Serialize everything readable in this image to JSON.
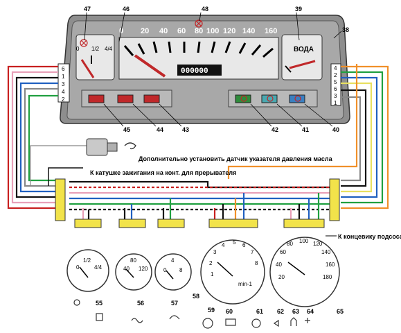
{
  "panel": {
    "callouts": [
      "47",
      "46",
      "48",
      "39",
      "38",
      "45",
      "44",
      "43",
      "42",
      "41",
      "40"
    ],
    "speed_scale": [
      "0",
      "20",
      "40",
      "60",
      "80",
      "100",
      "120",
      "140",
      "160"
    ],
    "odometer": "000000",
    "fuel_scale": [
      "0",
      "1/2",
      "4/4"
    ],
    "water_label": "ВОДА",
    "left_connector": [
      "6",
      "1",
      "3",
      "4",
      "2"
    ],
    "right_connector": [
      "4",
      "2",
      "5",
      "6",
      "3",
      "1"
    ]
  },
  "notes": {
    "oil_sensor": "Дополнительно установить датчик указателя давления масла",
    "ignition": "К катушке зажигания на конт. для прерывателя",
    "trunk_switch": "К концевику подсоса"
  },
  "gauges": {
    "g55": {
      "id": "55",
      "scale": [
        "0",
        "1/2",
        "4/4"
      ]
    },
    "g56": {
      "id": "56",
      "scale": [
        "40",
        "80",
        "120"
      ]
    },
    "g57": {
      "id": "57",
      "scale": [
        "0",
        "4",
        "8"
      ]
    },
    "g58": {
      "id": "58"
    },
    "g59": {
      "id": "59"
    },
    "g60": {
      "id": "60"
    },
    "g61": {
      "id": "61"
    },
    "tacho_scale": [
      "1",
      "2",
      "3",
      "4",
      "5",
      "6",
      "7",
      "8"
    ],
    "tacho_unit": "min-1",
    "speedo_scale": [
      "20",
      "40",
      "60",
      "80",
      "100",
      "120",
      "140",
      "160",
      "180"
    ],
    "g62": {
      "id": "62"
    },
    "g63": {
      "id": "63"
    },
    "g64": {
      "id": "64"
    },
    "g65": {
      "id": "65"
    }
  },
  "colors": {
    "panel_grey": "#9a9a9a",
    "panel_light": "#d8d8d8",
    "red_warn": "#c0282a",
    "green_warn": "#2e8b3a",
    "blue_warn": "#3a7fc0",
    "connector_yellow": "#f2e34a",
    "wire_orange": "#f0902a",
    "wire_pink": "#e8a0b8",
    "wire_red": "#c82020",
    "wire_blue": "#2060c0",
    "wire_green": "#20a040",
    "wire_black": "#111111"
  }
}
